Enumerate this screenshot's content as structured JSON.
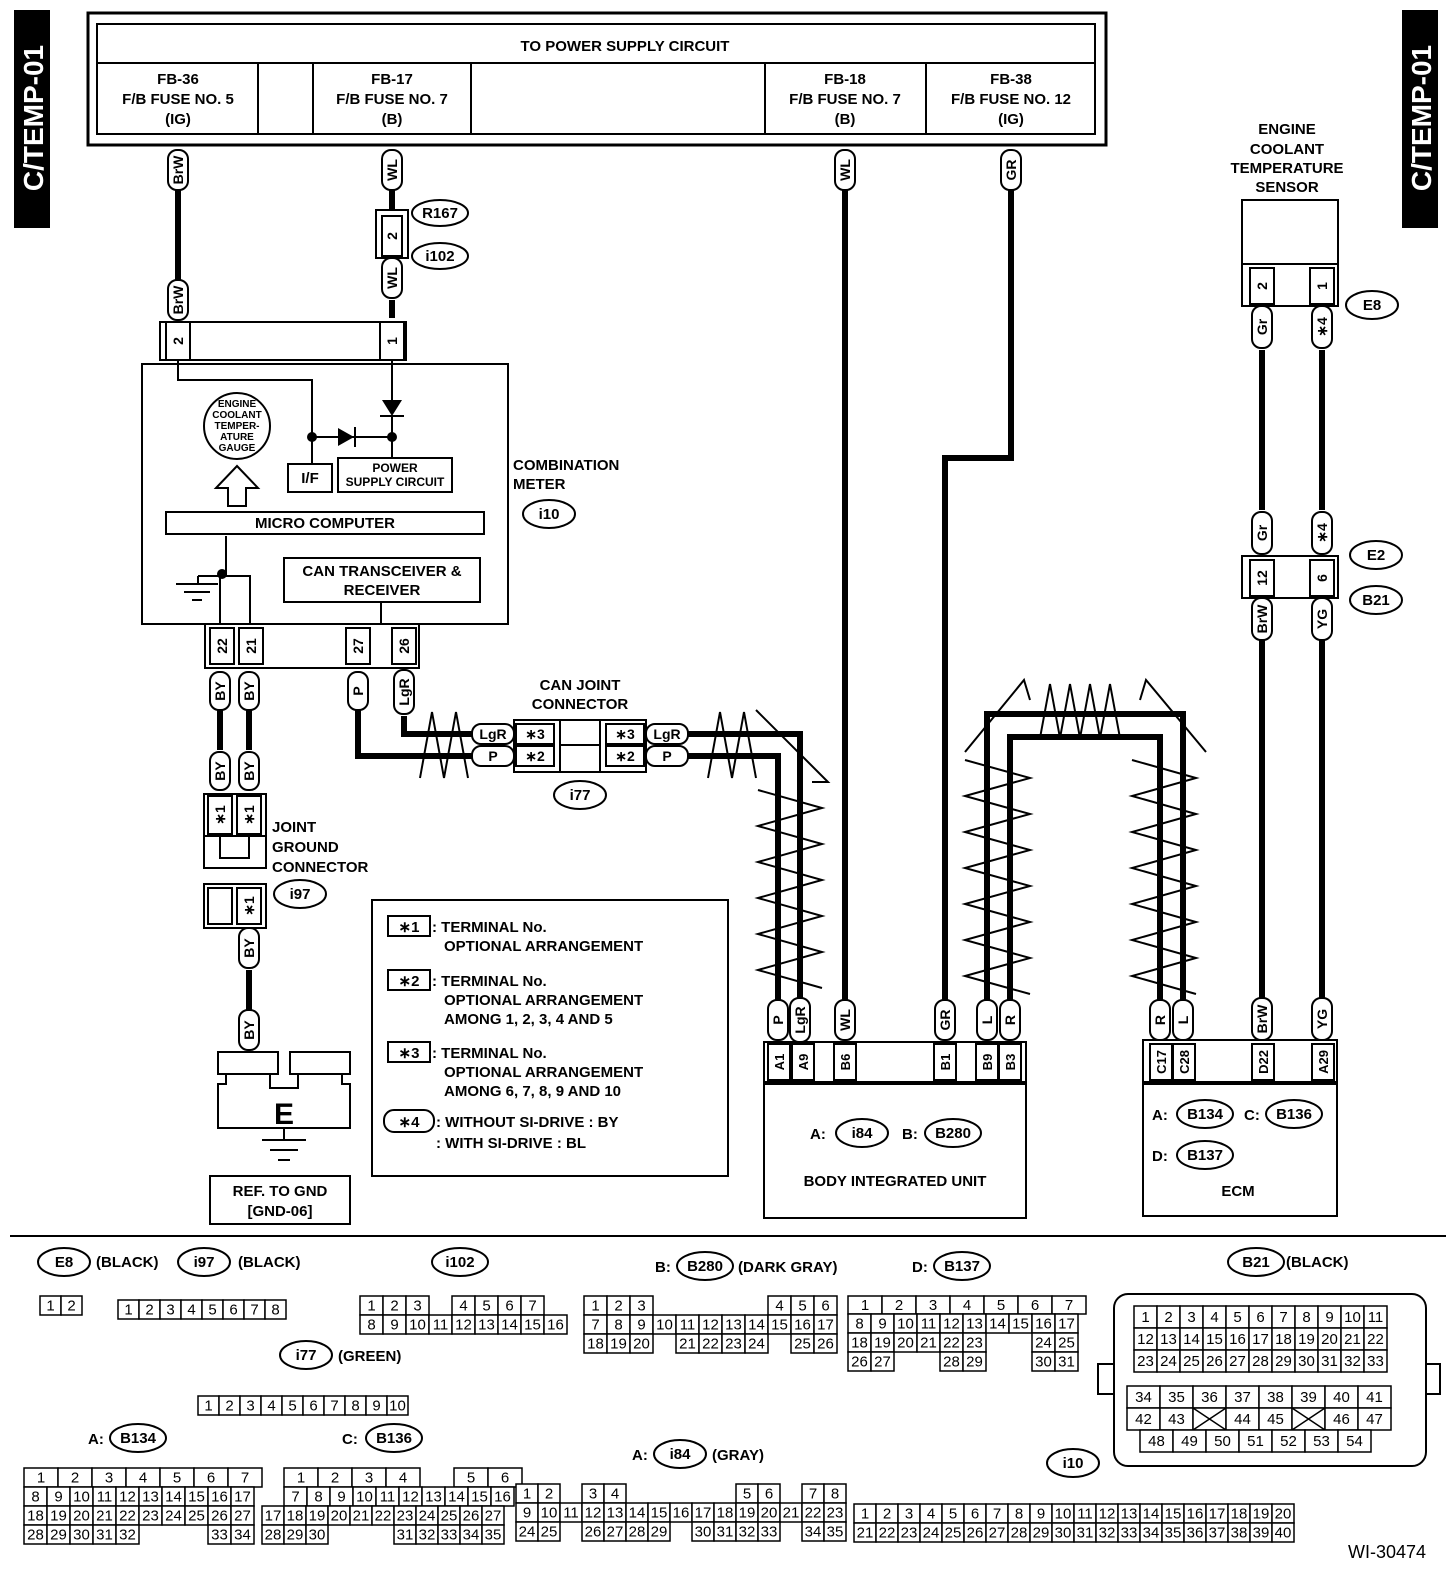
{
  "side_label": "C/TEMP-01",
  "power_supply": {
    "title": "TO POWER SUPPLY CIRCUIT",
    "fuses": [
      {
        "id": "FB-36",
        "name": "F/B FUSE NO. 5",
        "supply": "(IG)"
      },
      {
        "id": "FB-17",
        "name": "F/B FUSE NO. 7",
        "supply": "(B)"
      },
      {
        "id": "FB-18",
        "name": "F/B FUSE NO. 7",
        "supply": "(B)"
      },
      {
        "id": "FB-38",
        "name": "F/B FUSE NO. 12",
        "supply": "(IG)"
      }
    ]
  },
  "combination_meter": {
    "title_line1": "COMBINATION",
    "title_line2": "METER",
    "connector": "i10",
    "gauge": [
      "ENGINE",
      "COOLANT",
      "TEMPER-",
      "ATURE",
      "GAUGE"
    ],
    "if_label": "I/F",
    "power_supply_line1": "POWER",
    "power_supply_line2": "SUPPLY CIRCUIT",
    "micro_computer": "MICRO COMPUTER",
    "can_line1": "CAN TRANSCEIVER &",
    "can_line2": "RECEIVER",
    "top_pins": [
      "2",
      "1"
    ],
    "bottom_pins": [
      "22",
      "21",
      "27",
      "26"
    ]
  },
  "connectors": {
    "r167": "R167",
    "i102": "i102",
    "i102_pin": "2",
    "e8": "E8",
    "e2": "E2",
    "b21": "B21",
    "i77": "i77",
    "i97": "i97"
  },
  "wires": {
    "brw": "BrW",
    "wl": "WL",
    "gr_upper": "GR",
    "by": "BY",
    "p": "P",
    "lgr": "LgR",
    "gr_lower": "Gr",
    "star4": "∗4",
    "yg": "YG",
    "l": "L",
    "r": "R"
  },
  "can_joint": {
    "title_line1": "CAN JOINT",
    "title_line2": "CONNECTOR",
    "star3": "∗3",
    "star2": "∗2"
  },
  "joint_ground": {
    "line1": "JOINT",
    "line2": "GROUND",
    "line3": "CONNECTOR",
    "star1": "∗1"
  },
  "ground": {
    "letter": "E",
    "ref_line1": "REF. TO GND",
    "ref_line2": "[GND-06]"
  },
  "sensor": {
    "line1": "ENGINE",
    "line2": "COOLANT",
    "line3": "TEMPERATURE",
    "line4": "SENSOR",
    "pins": [
      "2",
      "1"
    ],
    "b21_pins": [
      "12",
      "6"
    ]
  },
  "notes": [
    {
      "mark": "∗1",
      "line1": ": TERMINAL No.",
      "line2": "OPTIONAL ARRANGEMENT",
      "line3": ""
    },
    {
      "mark": "∗2",
      "line1": ": TERMINAL No.",
      "line2": "OPTIONAL ARRANGEMENT",
      "line3": "AMONG 1, 2, 3, 4 AND 5"
    },
    {
      "mark": "∗3",
      "line1": ": TERMINAL No.",
      "line2": "OPTIONAL ARRANGEMENT",
      "line3": "AMONG 6, 7, 8, 9 AND 10"
    },
    {
      "mark": "∗4",
      "line1": ": WITHOUT SI-DRIVE  : BY",
      "line2": ": WITH SI-DRIVE  : BL",
      "line3": ""
    }
  ],
  "body_integrated_unit": {
    "title": "BODY INTEGRATED UNIT",
    "a_prefix": "A:",
    "a_conn": "i84",
    "b_prefix": "B:",
    "b_conn": "B280",
    "pins": [
      "A1",
      "A9",
      "B6",
      "B1",
      "B9",
      "B3"
    ]
  },
  "ecm": {
    "title": "ECM",
    "a_prefix": "A:",
    "a_conn": "B134",
    "c_prefix": "C:",
    "c_conn": "B136",
    "d_prefix": "D:",
    "d_conn": "B137",
    "pins": [
      "C17",
      "C28",
      "D22",
      "A29"
    ]
  },
  "connector_views": {
    "e8": {
      "name": "E8",
      "color": "(BLACK)",
      "row1": [
        "1",
        "2"
      ]
    },
    "i97": {
      "name": "i97",
      "color": "(BLACK)",
      "row1": [
        "1",
        "2",
        "3",
        "4",
        "5",
        "6",
        "7",
        "8"
      ]
    },
    "i102": {
      "name": "i102",
      "row1": [
        "1",
        "2",
        "3",
        "",
        "4",
        "5",
        "6",
        "7"
      ],
      "row2": [
        "8",
        "9",
        "10",
        "11",
        "12",
        "13",
        "14",
        "15",
        "16"
      ]
    },
    "i77": {
      "name": "i77",
      "color": "(GREEN)",
      "row1": [
        "1",
        "2",
        "3",
        "4",
        "5",
        "6",
        "7",
        "8",
        "9",
        "10"
      ]
    },
    "b280": {
      "prefix": "B:",
      "name": "B280",
      "color": "(DARK GRAY)",
      "row1": [
        "1",
        "2",
        "3",
        "",
        "",
        "",
        "",
        "",
        "4",
        "5",
        "6"
      ],
      "row2": [
        "7",
        "8",
        "9",
        "10",
        "11",
        "12",
        "13",
        "14",
        "15",
        "16",
        "17"
      ],
      "row3": [
        "18",
        "19",
        "20",
        "",
        "21",
        "22",
        "23",
        "24",
        "",
        "25",
        "26"
      ]
    },
    "b137": {
      "prefix": "D:",
      "name": "B137",
      "row1": [
        "1",
        "2",
        "3",
        "4",
        "5",
        "6",
        "7"
      ],
      "row2": [
        "8",
        "9",
        "10",
        "11",
        "12",
        "13",
        "14",
        "15",
        "16",
        "17"
      ],
      "row3": [
        "18",
        "19",
        "20",
        "21",
        "22",
        "23",
        "",
        "",
        "24",
        "25"
      ],
      "row4": [
        "26",
        "27",
        "",
        "",
        "28",
        "29",
        "",
        "",
        "30",
        "31"
      ]
    },
    "b21": {
      "name": "B21",
      "color": "(BLACK)",
      "row1": [
        "1",
        "2",
        "3",
        "4",
        "5",
        "6",
        "7",
        "8",
        "9",
        "10",
        "11"
      ],
      "row2": [
        "12",
        "13",
        "14",
        "15",
        "16",
        "17",
        "18",
        "19",
        "20",
        "21",
        "22"
      ],
      "row3": [
        "23",
        "24",
        "25",
        "26",
        "27",
        "28",
        "29",
        "30",
        "31",
        "32",
        "33"
      ],
      "row4": [
        "34",
        "35",
        "36",
        "37",
        "38",
        "39",
        "40",
        "41"
      ],
      "row5": [
        "42",
        "43",
        "",
        "44",
        "45",
        "",
        "46",
        "47"
      ],
      "row6": [
        "48",
        "49",
        "50",
        "51",
        "52",
        "53",
        "54"
      ]
    },
    "b134": {
      "prefix": "A:",
      "name": "B134",
      "row1": [
        "1",
        "2",
        "3",
        "4",
        "5",
        "6",
        "7"
      ],
      "row2": [
        "8",
        "9",
        "10",
        "11",
        "12",
        "13",
        "14",
        "15",
        "16",
        "17"
      ],
      "row3": [
        "18",
        "19",
        "20",
        "21",
        "22",
        "23",
        "24",
        "25",
        "26",
        "27"
      ],
      "row4": [
        "28",
        "29",
        "30",
        "31",
        "32",
        "",
        "",
        "",
        "33",
        "34"
      ]
    },
    "b136": {
      "prefix": "C:",
      "name": "B136",
      "row1": [
        "1",
        "2",
        "3",
        "4",
        "",
        "5",
        "6"
      ],
      "row2": [
        "7",
        "8",
        "9",
        "10",
        "11",
        "12",
        "13",
        "14",
        "15",
        "16"
      ],
      "row3": [
        "17",
        "18",
        "19",
        "20",
        "21",
        "22",
        "23",
        "24",
        "25",
        "26",
        "27"
      ],
      "row4": [
        "28",
        "29",
        "30",
        "",
        "",
        "",
        "31",
        "32",
        "33",
        "34",
        "35"
      ]
    },
    "i84": {
      "prefix": "A:",
      "name": "i84",
      "color": "(GRAY)",
      "row1": [
        "1",
        "2",
        "",
        "3",
        "4",
        "",
        "",
        "",
        "",
        "",
        "5",
        "6",
        "",
        "7",
        "8"
      ],
      "row2": [
        "9",
        "10",
        "11",
        "12",
        "13",
        "14",
        "15",
        "16",
        "17",
        "18",
        "19",
        "20",
        "21",
        "22",
        "23"
      ],
      "row3": [
        "24",
        "25",
        "",
        "26",
        "27",
        "28",
        "29",
        "",
        "30",
        "31",
        "32",
        "33",
        "",
        "34",
        "35"
      ]
    },
    "i10": {
      "name": "i10",
      "row1": [
        "1",
        "2",
        "3",
        "4",
        "5",
        "6",
        "7",
        "8",
        "9",
        "10",
        "11",
        "12",
        "13",
        "14",
        "15",
        "16",
        "17",
        "18",
        "19",
        "20"
      ],
      "row2": [
        "21",
        "22",
        "23",
        "24",
        "25",
        "26",
        "27",
        "28",
        "29",
        "30",
        "31",
        "32",
        "33",
        "34",
        "35",
        "36",
        "37",
        "38",
        "39",
        "40"
      ]
    }
  },
  "figure_id": "WI-30474"
}
